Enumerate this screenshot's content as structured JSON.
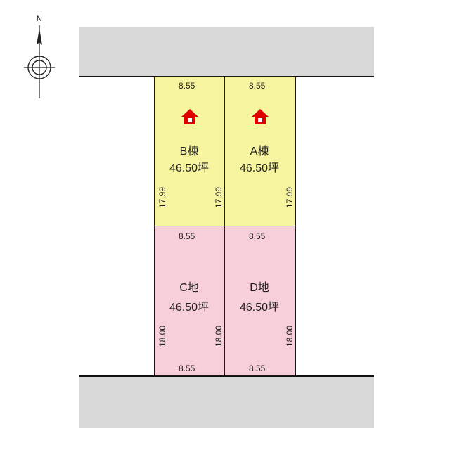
{
  "compass": {
    "label": "N"
  },
  "colors": {
    "built_lot": "#f7f4a0",
    "land_lot": "#f6cfd9",
    "road": "#d9d9d9",
    "house_icon": "#e00000"
  },
  "lots": {
    "B": {
      "name": "B棟",
      "area": "46.50坪",
      "top": "8.55",
      "left": "17.99",
      "right": "17.99",
      "icon": "house-icon"
    },
    "A": {
      "name": "A棟",
      "area": "46.50坪",
      "top": "8.55",
      "right": "17.99",
      "icon": "house-icon"
    },
    "C": {
      "name": "C地",
      "area": "46.50坪",
      "top": "8.55",
      "bottom": "8.55",
      "left": "18.00",
      "right": "18.00"
    },
    "D": {
      "name": "D地",
      "area": "46.50坪",
      "top": "8.55",
      "bottom": "8.55",
      "right": "18.00"
    }
  }
}
